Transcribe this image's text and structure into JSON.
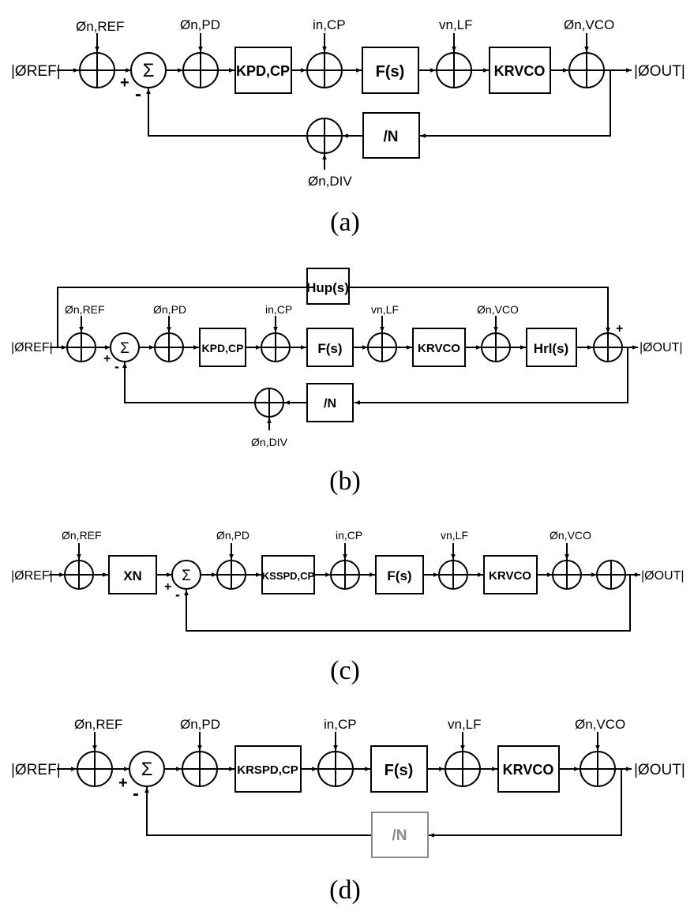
{
  "labels": {
    "phi_ref": "|ØREF|",
    "phi_out": "|ØOUT|",
    "n_ref": "Øn,REF",
    "n_pd": "Øn,PD",
    "i_cp": "in,CP",
    "v_lf": "vn,LF",
    "n_vco": "Øn,VCO",
    "n_div": "Øn,DIV",
    "sum_sign": "Σ",
    "plus": "+",
    "minus": "-"
  },
  "panel_a": {
    "caption": "(a)",
    "kpd": "KPD,CP",
    "filter": "F(s)",
    "kvco": "KRVCO",
    "div": "/N"
  },
  "panel_b": {
    "caption": "(b)",
    "hup": "Hup(s)",
    "kpd": "KPD,CP",
    "filter": "F(s)",
    "kvco": "KRVCO",
    "hrl": "Hrl(s)",
    "div": "/N"
  },
  "panel_c": {
    "caption": "(c)",
    "xn": "XN",
    "kpd": "KSSPD,CP",
    "filter": "F(s)",
    "kvco": "KRVCO"
  },
  "panel_d": {
    "caption": "(d)",
    "kpd": "KRSPD,CP",
    "filter": "F(s)",
    "kvco": "KRVCO",
    "div": "/N"
  },
  "colors": {
    "line": "#000000",
    "disabled": "#8a8a8a"
  }
}
